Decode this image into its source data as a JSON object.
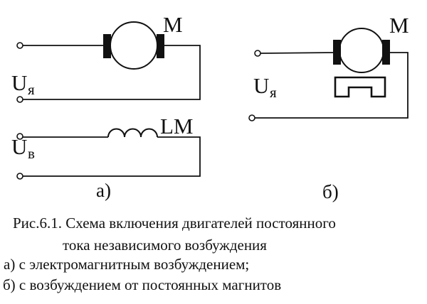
{
  "schematic": {
    "circuit_a": {
      "motor_label": "M",
      "armature_voltage_main": "U",
      "armature_voltage_sub": "я",
      "field_voltage_main": "U",
      "field_voltage_sub": "в",
      "inductor_label": "LM",
      "part_label": "а)"
    },
    "circuit_b": {
      "motor_label": "M",
      "armature_voltage_main": "U",
      "armature_voltage_sub": "я",
      "part_label": "б)"
    }
  },
  "caption": {
    "line1": "Рис.6.1. Схема включения двигателей постоянного",
    "line2": "тока независимого возбуждения",
    "line3": "а) с электромагнитным возбуждением;",
    "line4": "б) с возбуждением от постоянных магнитов"
  },
  "colors": {
    "ink": "#111111",
    "background": "#ffffff"
  }
}
